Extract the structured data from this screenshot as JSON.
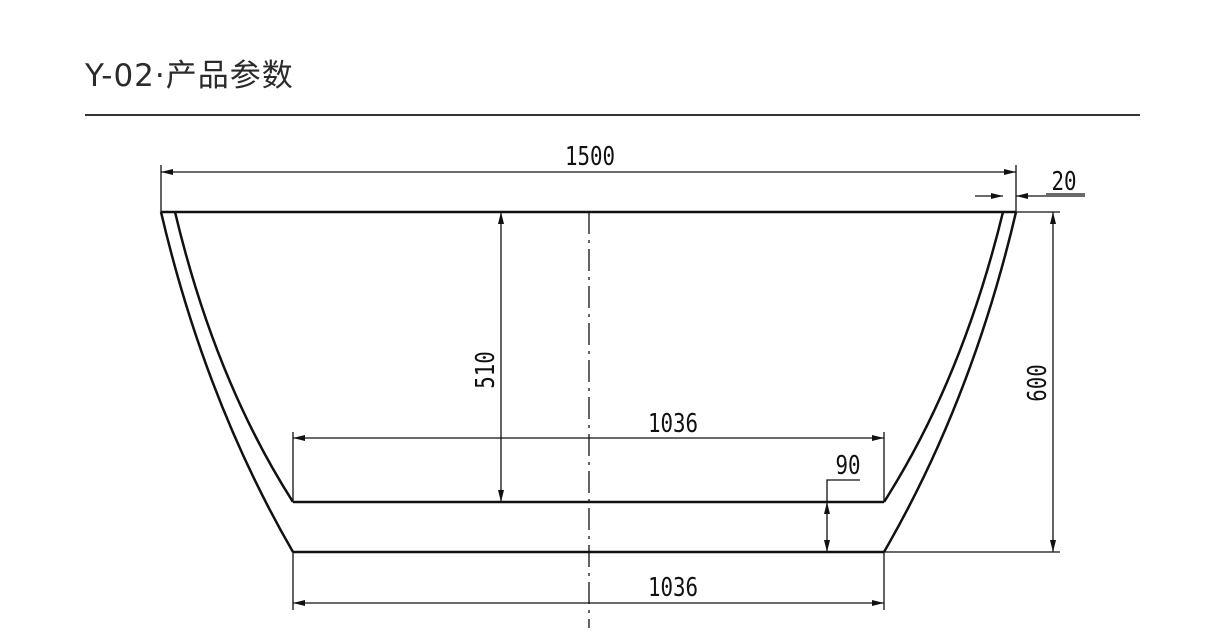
{
  "header": {
    "title": "Y-02·产品参数"
  },
  "drawing": {
    "overall_length": "1500",
    "rim_thickness": "20",
    "overall_height": "600",
    "inner_depth": "510",
    "inner_bottom_length": "1036",
    "base_thickness": "90",
    "base_length": "1036"
  }
}
